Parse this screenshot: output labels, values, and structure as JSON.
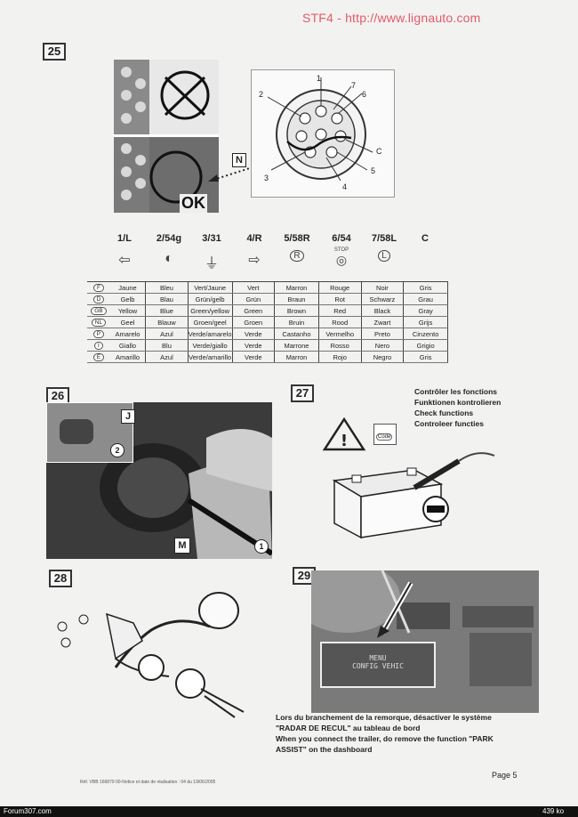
{
  "watermark": "STF4 - http://www.lignauto.com",
  "steps": {
    "s25": "25",
    "s26": "26",
    "s27": "27",
    "s28": "28",
    "s29": "29"
  },
  "fig25": {
    "ok_label": "OK",
    "callout_n": "N",
    "pins": [
      "1",
      "2",
      "3",
      "4",
      "5",
      "6",
      "7",
      "C"
    ]
  },
  "table": {
    "headers": [
      "1/L",
      "2/54g",
      "3/31",
      "4/R",
      "5/58R",
      "6/54",
      "7/58L",
      "C"
    ],
    "icon_labels": [
      "",
      "",
      "",
      "",
      "R",
      "STOP",
      "L",
      ""
    ],
    "rows": [
      {
        "lang": "F",
        "cells": [
          "Jaune",
          "Bleu",
          "Vert/Jaune",
          "Vert",
          "Marron",
          "Rouge",
          "Noir",
          "Gris"
        ]
      },
      {
        "lang": "D",
        "cells": [
          "Gelb",
          "Blau",
          "Grün/gelb",
          "Grün",
          "Braun",
          "Rot",
          "Schwarz",
          "Grau"
        ]
      },
      {
        "lang": "GB",
        "cells": [
          "Yellow",
          "Blue",
          "Green/yellow",
          "Green",
          "Brown",
          "Red",
          "Black",
          "Gray"
        ]
      },
      {
        "lang": "NL",
        "cells": [
          "Geel",
          "Blauw",
          "Groen/geel",
          "Groen",
          "Bruin",
          "Rood",
          "Zwart",
          "Grijs"
        ]
      },
      {
        "lang": "P",
        "cells": [
          "Amarelo",
          "Azul",
          "Verde/amarelo",
          "Verde",
          "Castanho",
          "Vermelho",
          "Preto",
          "Cinzento"
        ]
      },
      {
        "lang": "I",
        "cells": [
          "Giallo",
          "Blu",
          "Verde/giallo",
          "Verde",
          "Marrone",
          "Rosso",
          "Nero",
          "Grigio"
        ]
      },
      {
        "lang": "E",
        "cells": [
          "Amarillo",
          "Azul",
          "Verde/amarillo",
          "Verde",
          "Marron",
          "Rojo",
          "Negro",
          "Gris"
        ]
      }
    ]
  },
  "fig26": {
    "label_j": "J",
    "label_m": "M",
    "circle_1": "1",
    "circle_2": "2"
  },
  "fig27": {
    "lines": [
      "Contrôler les fonctions",
      "Funktionen kontrolieren",
      "Check functions",
      "Controleer functies"
    ],
    "code_label": "Code"
  },
  "fig29": {
    "display_line1": "MENU",
    "display_line2": "CONFIG VEHIC",
    "caption": [
      "Lors du branchement de la remorque, désactiver le système",
      "\"RADAR DE RECUL\" au tableau de bord",
      "When you connect the trailer, do remove the function \"PARK",
      "ASSIST\" on the dashboard"
    ]
  },
  "footer": {
    "ref": "Réf. VBB 166879 00-Notice et date de réalisation : 04 du 19/06/2005",
    "page": "Page 5",
    "left_tag": "Forum307.com",
    "right_tag": "439 ko"
  }
}
